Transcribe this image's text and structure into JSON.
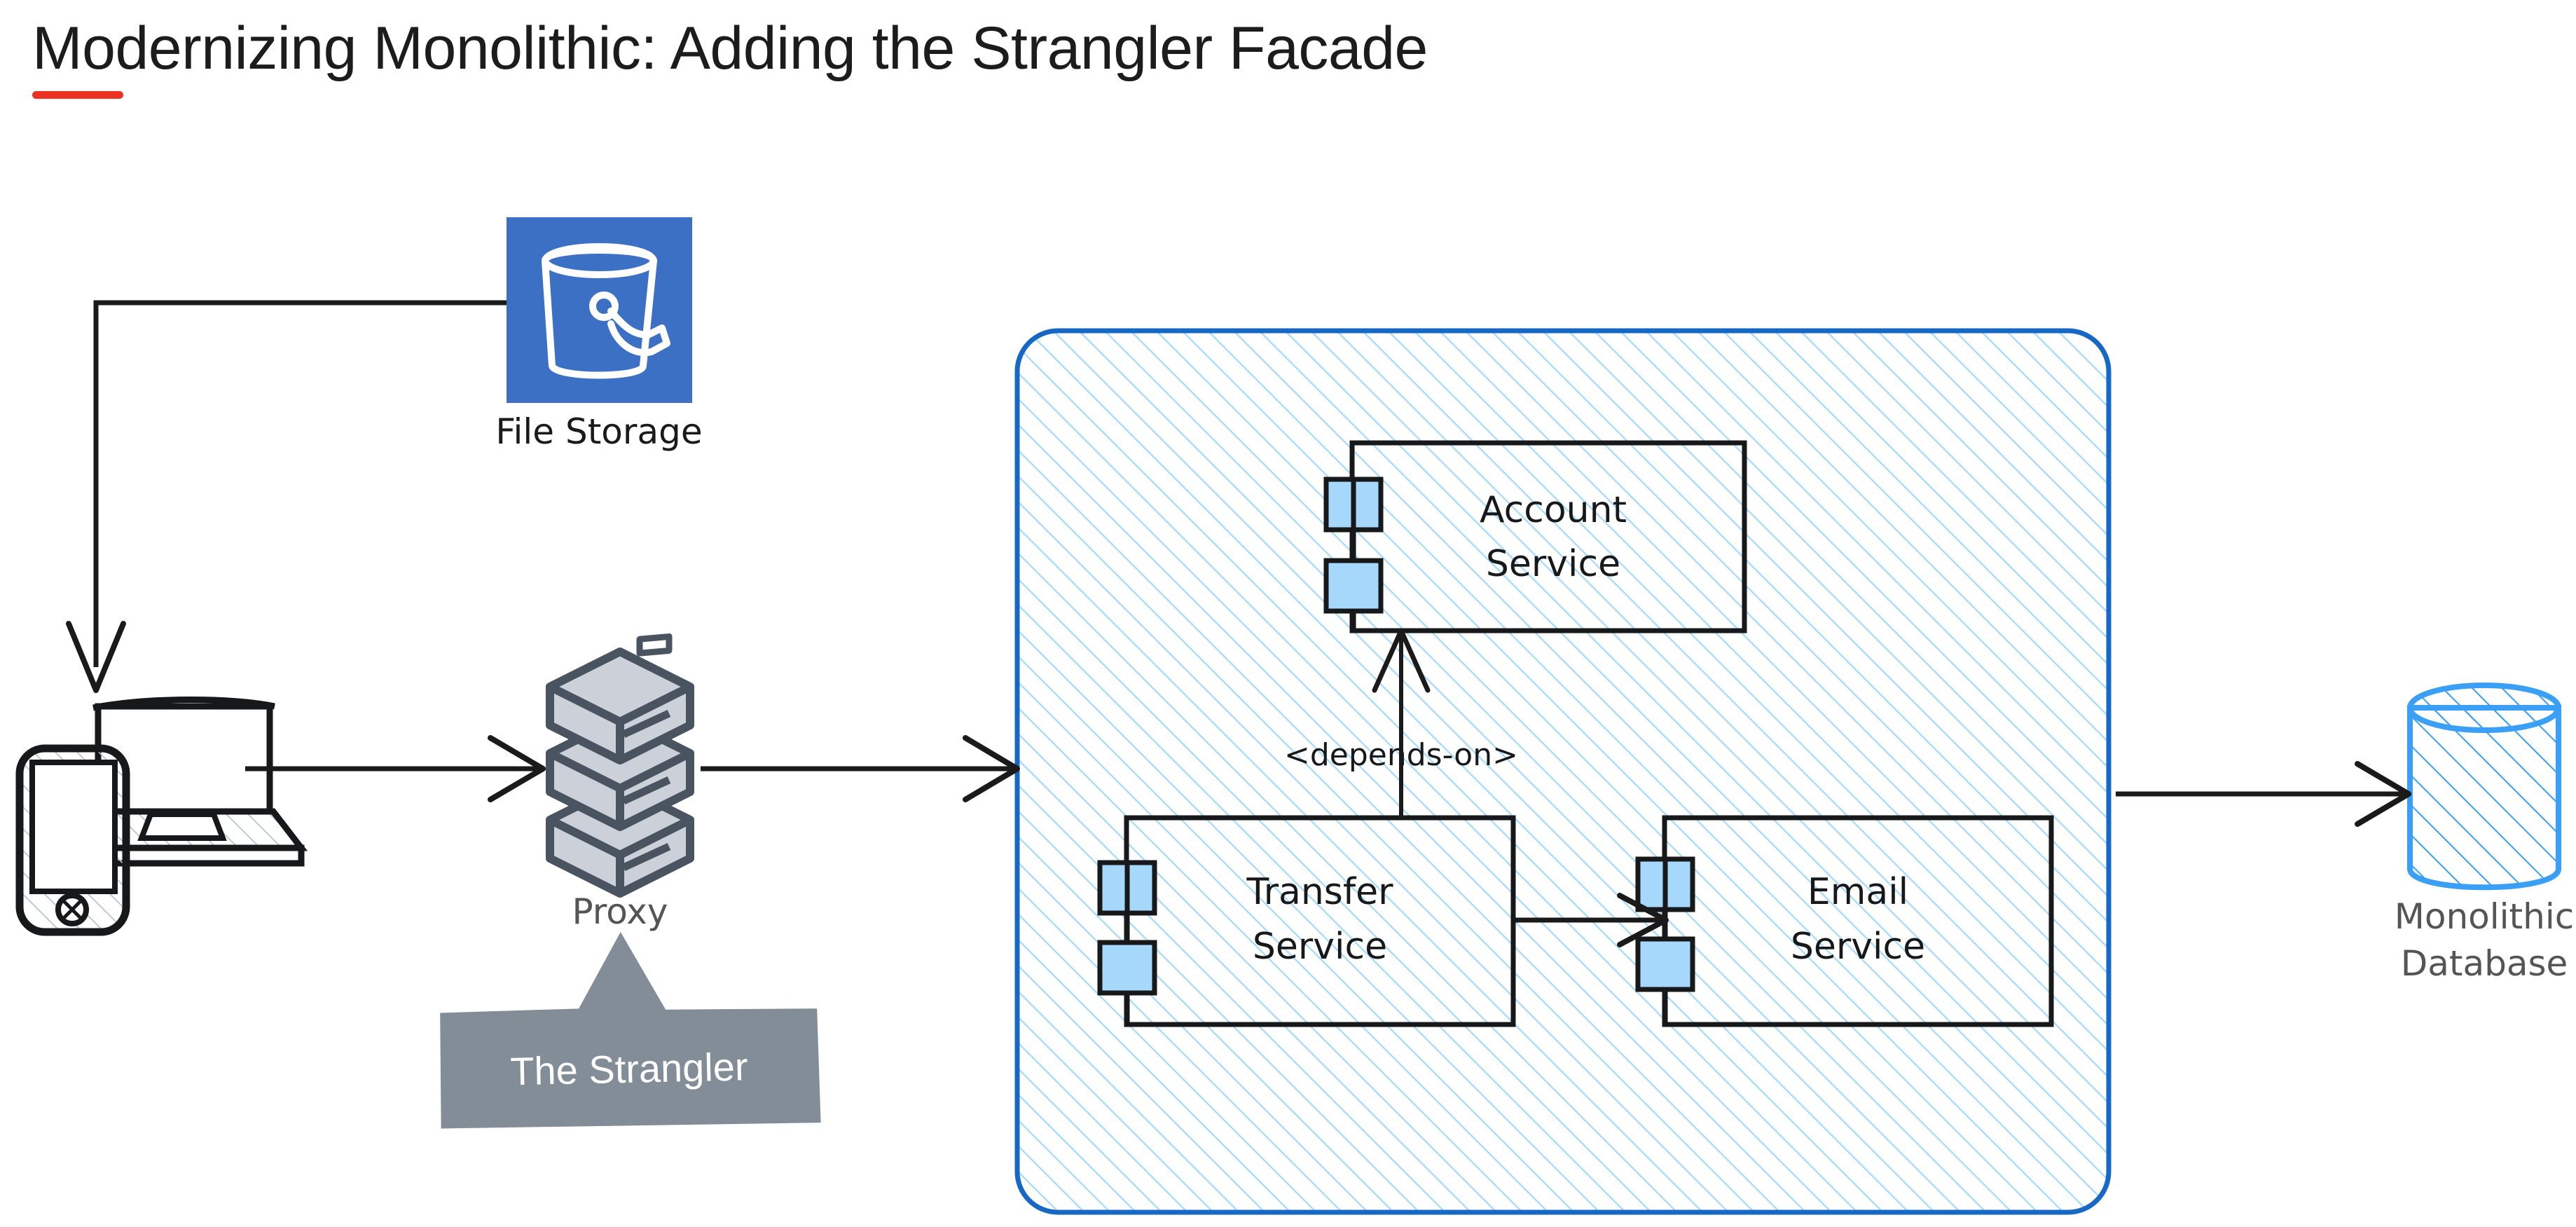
{
  "page": {
    "title": "Modernizing Monolithic: Adding the Strangler Facade",
    "title_accent_color": "#ea3323",
    "background": "#ffffff"
  },
  "colors": {
    "file_storage_tile": "#3b70c4",
    "proxy_fill": "#ccd1d9",
    "proxy_stroke": "#4a5460",
    "container_border": "#1768c4",
    "container_hatch": "#aedcfb",
    "component_port": "#a5d8fb",
    "component_border": "#16181a",
    "database_stroke": "#3ba0f5",
    "callout_fill": "#838d97",
    "label_gray": "#555555",
    "arrow": "#1a1a1a"
  },
  "nodes": {
    "file_storage": {
      "label": "File Storage",
      "icon": "bucket-icon"
    },
    "clients": {
      "icon": "devices-icon",
      "label": ""
    },
    "proxy": {
      "label": "Proxy",
      "icon": "server-stack-icon"
    },
    "database": {
      "label_line1": "Monolithic",
      "label_line2": "Database",
      "icon": "cylinder-icon"
    }
  },
  "callout": {
    "label": "The Strangler"
  },
  "container": {
    "name": "microservices-container",
    "label": ""
  },
  "services": [
    {
      "id": "account-service",
      "line1": "Account",
      "line2": "Service",
      "ports": 2
    },
    {
      "id": "transfer-service",
      "line1": "Transfer",
      "line2": "Service",
      "ports": 2
    },
    {
      "id": "email-service",
      "line1": "Email",
      "line2": "Service",
      "ports": 2
    }
  ],
  "edges": [
    {
      "id": "file-storage-to-clients",
      "label": ""
    },
    {
      "id": "clients-to-proxy",
      "label": ""
    },
    {
      "id": "proxy-to-container",
      "label": ""
    },
    {
      "id": "transfer-to-account",
      "label": "<depends-on>"
    },
    {
      "id": "transfer-to-email",
      "label": ""
    },
    {
      "id": "container-to-database",
      "label": ""
    }
  ]
}
